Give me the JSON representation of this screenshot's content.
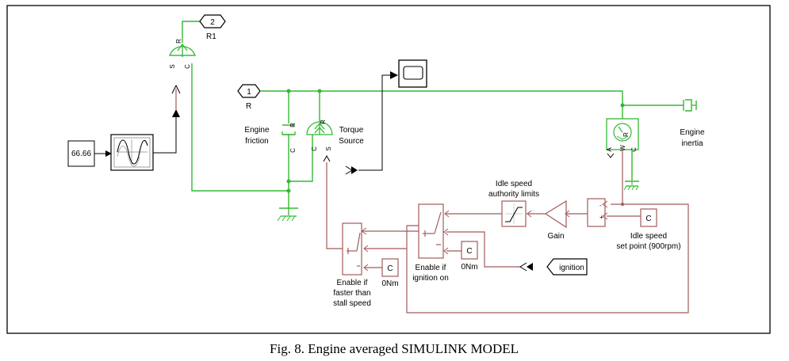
{
  "figure": {
    "caption": "Fig. 8. Engine averaged SIMULINK MODEL"
  },
  "blocks": {
    "constant_source": {
      "value": "66.66"
    },
    "connection_port_2": {
      "number": "2",
      "label": "R1"
    },
    "connection_port_1": {
      "number": "1",
      "label": "R"
    },
    "engine_friction": {
      "label_line1": "Engine",
      "label_line2": "friction"
    },
    "torque_source": {
      "label_line1": "Torque",
      "label_line2": "Source"
    },
    "engine_inertia": {
      "label_line1": "Engine",
      "label_line2": "inertia"
    },
    "idle_limits": {
      "label_line1": "Idle speed",
      "label_line2": "authority limits"
    },
    "gain": {
      "label": "Gain"
    },
    "idle_setpoint": {
      "symbol": "C",
      "label_line1": "Idle speed",
      "label_line2": "set point (900rpm)"
    },
    "switch_stall": {
      "label_line1": "Enable if",
      "label_line2": "faster than",
      "label_line3": "stall speed"
    },
    "switch_ignition": {
      "label_line1": "Enable if",
      "label_line2": "ignition on"
    },
    "const_0nm_a": {
      "symbol": "C",
      "label": "0Nm"
    },
    "const_0nm_b": {
      "symbol": "C",
      "label": "0Nm"
    },
    "ignition_tag": {
      "label": "ignition"
    }
  },
  "ports": {
    "R": "R",
    "C": "C",
    "S": "S",
    "A": "A",
    "W": "W",
    "plus": "+",
    "minus": "-"
  },
  "colors": {
    "physical_line": "#33b833",
    "control_line": "#a45a5a",
    "signal_line": "#000000"
  }
}
